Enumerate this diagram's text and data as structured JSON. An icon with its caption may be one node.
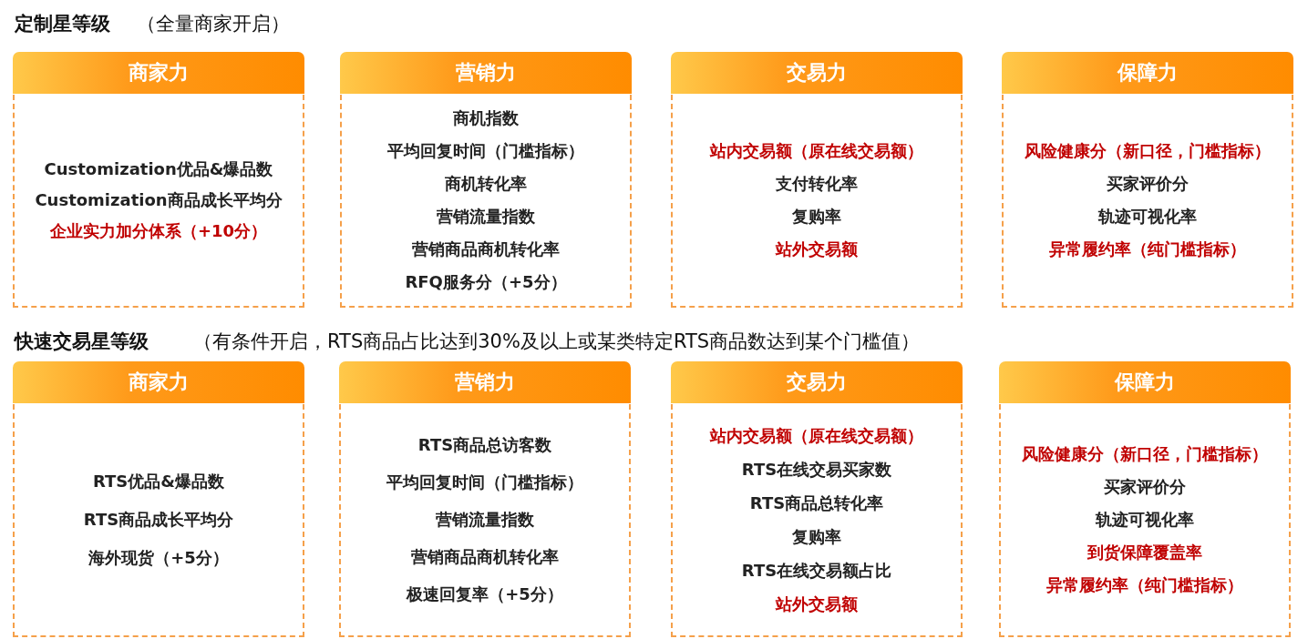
{
  "diagram": {
    "nodes": [
      {
        "text": [
          "商家力",
          "Customization优品&爆品数",
          "Customization商品成长平均分",
          "企业实力加分体系（+10分）"
        ]
      },
      {
        "text": [
          "营销力",
          "商机指数",
          "平均回复时间（门槛指标）",
          "商机转化率",
          "营销流量指数",
          "营销商品商机转化率",
          "RFQ服务分（+5分）"
        ]
      },
      {
        "text": [
          "交易力",
          "站内交易额（原在线交易额）",
          "支付转化率",
          "复购率",
          "站外交易额"
        ]
      },
      {
        "text": [
          "保障力",
          "风险健康分（新口径，门槛指标）",
          "买家评价分",
          "轨迹可视化率",
          "异常履约率（纯门槛指标）"
        ]
      },
      {
        "text": [
          "商家力",
          "RTS优品&爆品数",
          "RTS商品成长平均分",
          "海外现货（+5分）"
        ]
      },
      {
        "text": [
          "营销力",
          "RTS商品总访客数",
          "平均回复时间（门槛指标）",
          "营销流量指数",
          "营销商品商机转化率",
          "极速回复率（+5分）"
        ]
      },
      {
        "text": [
          "交易力",
          "站内交易额（原在线交易额）",
          "RTS在线交易买家数",
          "RTS商品总转化率",
          "复购率",
          "RTS在线交易额占比",
          "站外交易额"
        ]
      },
      {
        "text": [
          "保障力",
          "风险健康分（新口径，门槛指标）",
          "买家评价分",
          "轨迹可视化率",
          "到货保障覆盖率",
          "异常履约率（纯门槛指标）"
        ]
      }
    ],
    "labels": [
      "定制星等级",
      "（全量商家开启）",
      "快速交易星等级",
      "（有条件开启，RTS商品占比达到30%及以上或某类特定RTS商品数达到某个门槛值）"
    ]
  }
}
